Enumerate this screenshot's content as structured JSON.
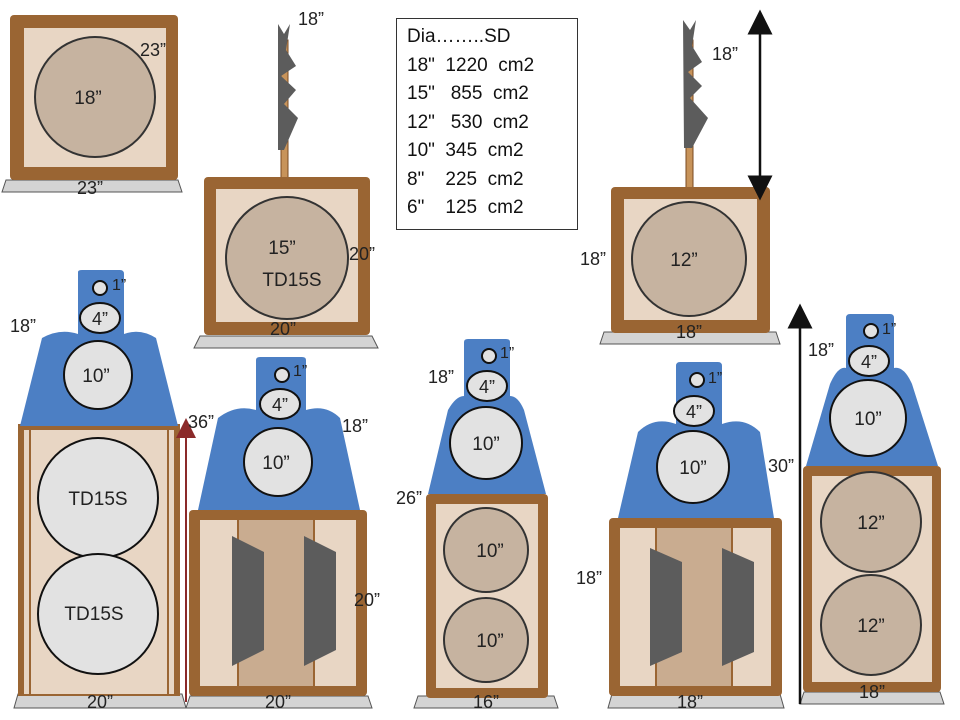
{
  "legend": {
    "header": "Dia……..SD",
    "rows": [
      "18\"  1220  cm2",
      "15\"   855  cm2",
      "12\"   530  cm2",
      "10\"  345  cm2",
      "8\"    225  cm2",
      "6\"    125  cm2"
    ]
  },
  "top_row": {
    "sub18": {
      "driver": "18”",
      "height": "23”",
      "width": "23”"
    },
    "sub15": {
      "driver": "15”",
      "model": "TD15S",
      "height": "20”",
      "width": "20”",
      "horn": "18”"
    },
    "sub12": {
      "driver": "12”",
      "height": "18”",
      "width": "18”",
      "horn": "18”"
    }
  },
  "bottom_row": {
    "a": {
      "tweeter": "1”",
      "mid": "4”",
      "woofer": "10”",
      "bass1": "TD15S",
      "bass2": "TD15S",
      "top_width": "18”",
      "width": "20”"
    },
    "b": {
      "tweeter": "1”",
      "mid": "4”",
      "woofer": "10”",
      "top_width": "18”",
      "height": "36”",
      "cab_height": "20”",
      "width": "20”"
    },
    "c": {
      "tweeter": "1”",
      "mid": "4”",
      "woofer": "10”",
      "bass1": "10”",
      "bass2": "10”",
      "top_width": "18”",
      "height": "26”",
      "width": "16”"
    },
    "d": {
      "tweeter": "1”",
      "mid": "4”",
      "woofer": "10”",
      "cab_height": "18”",
      "width": "18”"
    },
    "e": {
      "tweeter": "1”",
      "mid": "4”",
      "woofer": "10”",
      "bass1": "12”",
      "bass2": "12”",
      "top_width": "18”",
      "height": "30”",
      "width": "18”"
    }
  },
  "colors": {
    "wood": "#9a6533",
    "panel": "#e8d6c4",
    "cone": "#c6b3a0",
    "head": "#4c7fc4",
    "driver": "#e2e2e2",
    "stand": "#d4d4d4",
    "horn": "#5c5c5c"
  }
}
